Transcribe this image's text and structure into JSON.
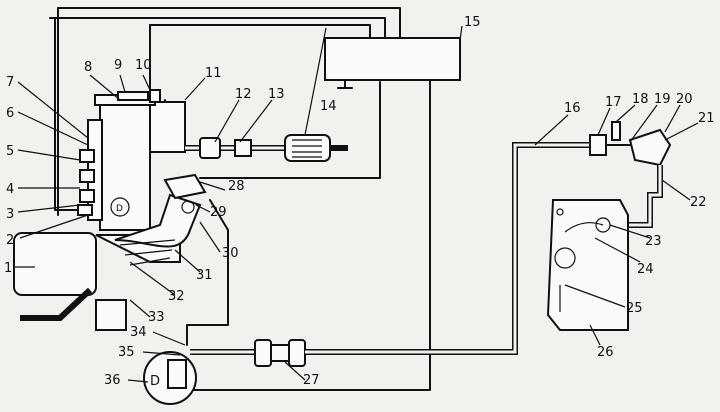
{
  "callouts": [
    {
      "id": "1",
      "label": "1"
    },
    {
      "id": "2",
      "label": "2"
    },
    {
      "id": "3",
      "label": "3"
    },
    {
      "id": "4",
      "label": "4"
    },
    {
      "id": "5",
      "label": "5"
    },
    {
      "id": "6",
      "label": "6"
    },
    {
      "id": "7",
      "label": "7"
    },
    {
      "id": "8",
      "label": "8"
    },
    {
      "id": "9",
      "label": "9"
    },
    {
      "id": "10",
      "label": "10"
    },
    {
      "id": "11",
      "label": "11"
    },
    {
      "id": "12",
      "label": "12"
    },
    {
      "id": "13",
      "label": "13"
    },
    {
      "id": "14",
      "label": "14"
    },
    {
      "id": "15",
      "label": "15"
    },
    {
      "id": "16",
      "label": "16"
    },
    {
      "id": "17",
      "label": "17"
    },
    {
      "id": "18",
      "label": "18"
    },
    {
      "id": "19",
      "label": "19"
    },
    {
      "id": "20",
      "label": "20"
    },
    {
      "id": "21",
      "label": "21"
    },
    {
      "id": "22",
      "label": "22"
    },
    {
      "id": "23",
      "label": "23"
    },
    {
      "id": "24",
      "label": "24"
    },
    {
      "id": "25",
      "label": "25"
    },
    {
      "id": "26",
      "label": "26"
    },
    {
      "id": "27",
      "label": "27"
    },
    {
      "id": "28",
      "label": "28"
    },
    {
      "id": "29",
      "label": "29"
    },
    {
      "id": "30",
      "label": "30"
    },
    {
      "id": "31",
      "label": "31"
    },
    {
      "id": "32",
      "label": "32"
    },
    {
      "id": "33",
      "label": "33"
    },
    {
      "id": "34",
      "label": "34"
    },
    {
      "id": "35",
      "label": "35"
    },
    {
      "id": "36",
      "label": "36"
    }
  ],
  "engine_mark": "D"
}
